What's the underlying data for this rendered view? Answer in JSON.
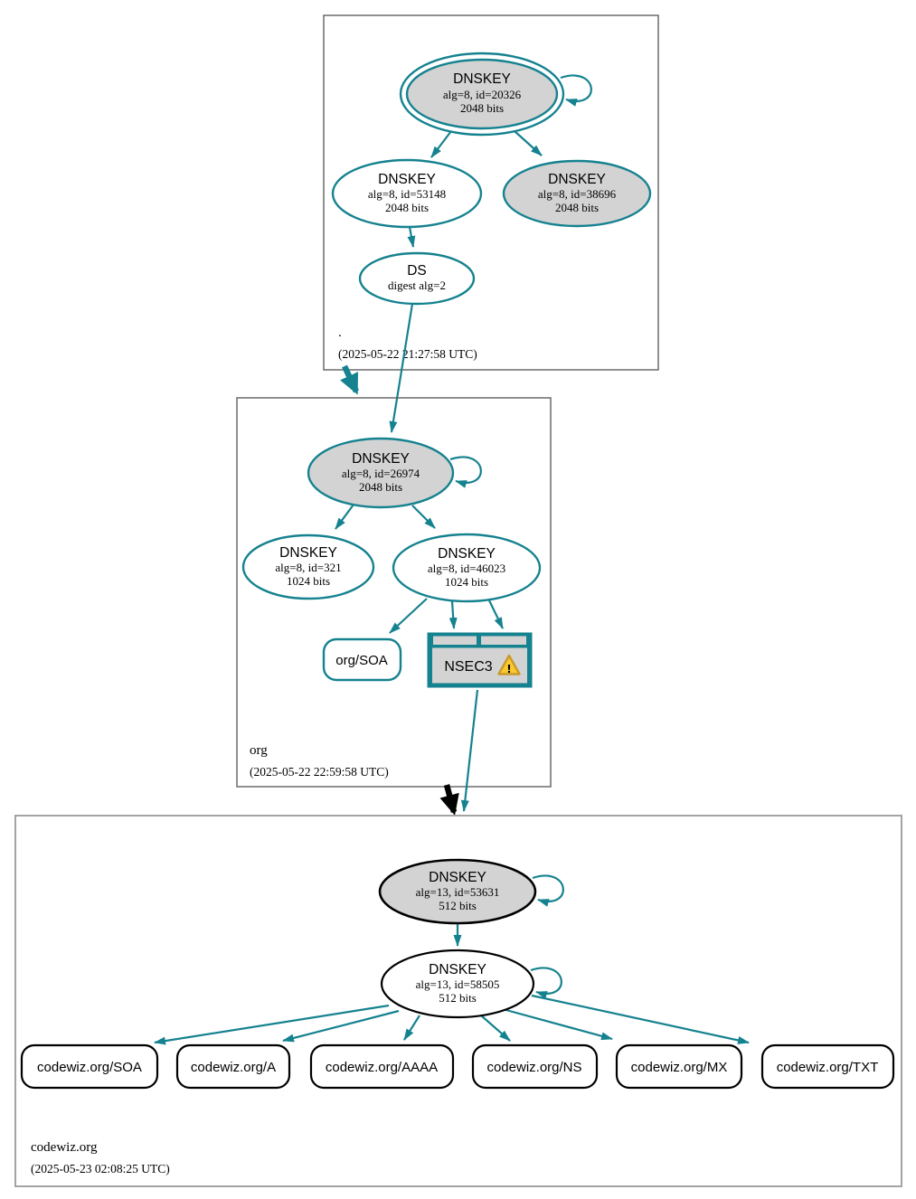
{
  "diagram": {
    "type": "dnssec-authentication-chain",
    "zones": {
      "root": {
        "label": ".",
        "timestamp": "(2025-05-22 21:27:58 UTC)",
        "nodes": {
          "ksk": {
            "title": "DNSKEY",
            "detail": "alg=8, id=20326",
            "bits": "2048 bits"
          },
          "zsk": {
            "title": "DNSKEY",
            "detail": "alg=8, id=53148",
            "bits": "2048 bits"
          },
          "standby": {
            "title": "DNSKEY",
            "detail": "alg=8, id=38696",
            "bits": "2048 bits"
          },
          "ds": {
            "title": "DS",
            "detail": "digest alg=2"
          }
        }
      },
      "org": {
        "label": "org",
        "timestamp": "(2025-05-22 22:59:58 UTC)",
        "nodes": {
          "ksk": {
            "title": "DNSKEY",
            "detail": "alg=8, id=26974",
            "bits": "2048 bits"
          },
          "zsk1": {
            "title": "DNSKEY",
            "detail": "alg=8, id=321",
            "bits": "1024 bits"
          },
          "zsk2": {
            "title": "DNSKEY",
            "detail": "alg=8, id=46023",
            "bits": "1024 bits"
          },
          "soa": {
            "label": "org/SOA"
          },
          "nsec3": {
            "label": "NSEC3",
            "icon": "warning-triangle-icon"
          }
        }
      },
      "codewiz": {
        "label": "codewiz.org",
        "timestamp": "(2025-05-23 02:08:25 UTC)",
        "nodes": {
          "ksk": {
            "title": "DNSKEY",
            "detail": "alg=13, id=53631",
            "bits": "512 bits"
          },
          "zsk": {
            "title": "DNSKEY",
            "detail": "alg=13, id=58505",
            "bits": "512 bits"
          },
          "rrsets": [
            {
              "label": "codewiz.org/SOA"
            },
            {
              "label": "codewiz.org/A"
            },
            {
              "label": "codewiz.org/AAAA"
            },
            {
              "label": "codewiz.org/NS"
            },
            {
              "label": "codewiz.org/MX"
            },
            {
              "label": "codewiz.org/TXT"
            }
          ]
        }
      }
    },
    "colors": {
      "secure_edge_teal": "#15828f",
      "insecure_edge_black": "#000000",
      "node_fill_gray": "#d3d3d3",
      "node_fill_white": "#ffffff",
      "codewiz_node_border": "#000000",
      "zone_box_border_dark": "#606060",
      "zone_box_border_light": "#9a9a9a",
      "warning_fill": "#fbc92f",
      "warning_border": "#c9992b"
    }
  }
}
